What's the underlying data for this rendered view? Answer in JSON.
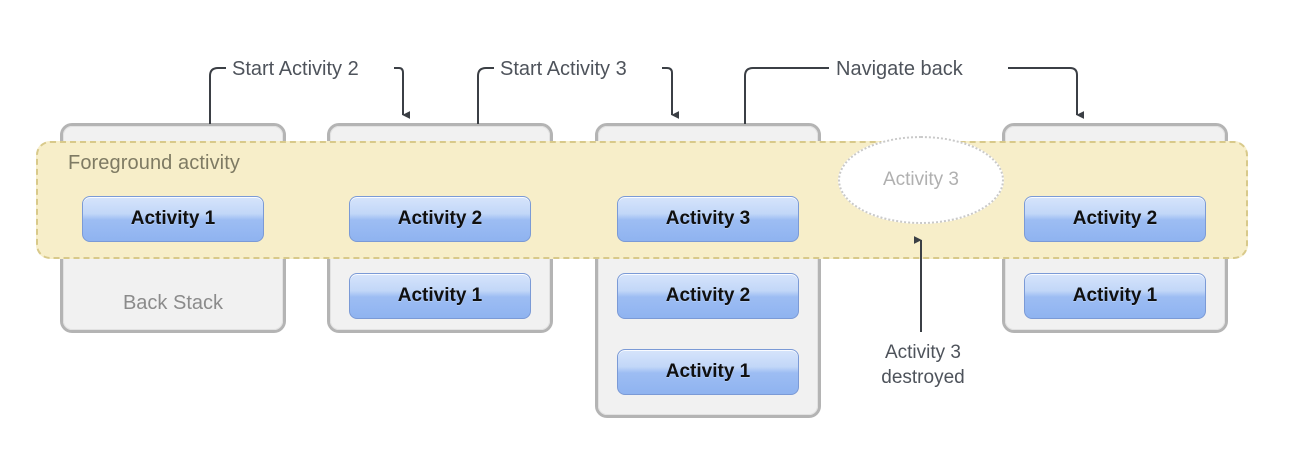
{
  "diagram": {
    "title": "Android activity back stack / foreground activity diagram",
    "foreground_band_label": "Foreground activity",
    "back_stack_label": "Back Stack",
    "destroyed_cloud_label": "Activity 3",
    "destroyed_note_line1": "Activity 3",
    "destroyed_note_line2": "destroyed",
    "colors": {
      "foreground_band_fill": "#f7eec9",
      "foreground_band_border": "#d8c98a",
      "stack_fill": "#f1f1f1",
      "stack_border": "#b4b4b4",
      "activity_gradient_top": "#d6e4fb",
      "activity_gradient_bottom": "#8fb3f0",
      "activity_border": "#7b9ad6",
      "arrow_stroke": "#3b3f45",
      "label_text": "#4e535b",
      "muted_text": "#8b8b8b",
      "cloud_text": "#b0b0b0"
    }
  },
  "transitions": [
    {
      "id": "start-activity-2",
      "label": "Start Activity 2"
    },
    {
      "id": "start-activity-3",
      "label": "Start Activity 3"
    },
    {
      "id": "navigate-back",
      "label": "Navigate back"
    }
  ],
  "columns": [
    {
      "id": "stack-state-1",
      "has_back_stack_label": true,
      "activities": [
        {
          "label": "Activity 1",
          "foreground": true
        }
      ]
    },
    {
      "id": "stack-state-2",
      "has_back_stack_label": false,
      "activities": [
        {
          "label": "Activity 2",
          "foreground": true
        },
        {
          "label": "Activity 1",
          "foreground": false
        }
      ]
    },
    {
      "id": "stack-state-3",
      "has_back_stack_label": false,
      "activities": [
        {
          "label": "Activity 3",
          "foreground": true
        },
        {
          "label": "Activity 2",
          "foreground": false
        },
        {
          "label": "Activity 1",
          "foreground": false
        }
      ]
    },
    {
      "id": "stack-state-4",
      "has_back_stack_label": false,
      "activities": [
        {
          "label": "Activity 2",
          "foreground": true
        },
        {
          "label": "Activity 1",
          "foreground": false
        }
      ]
    }
  ]
}
